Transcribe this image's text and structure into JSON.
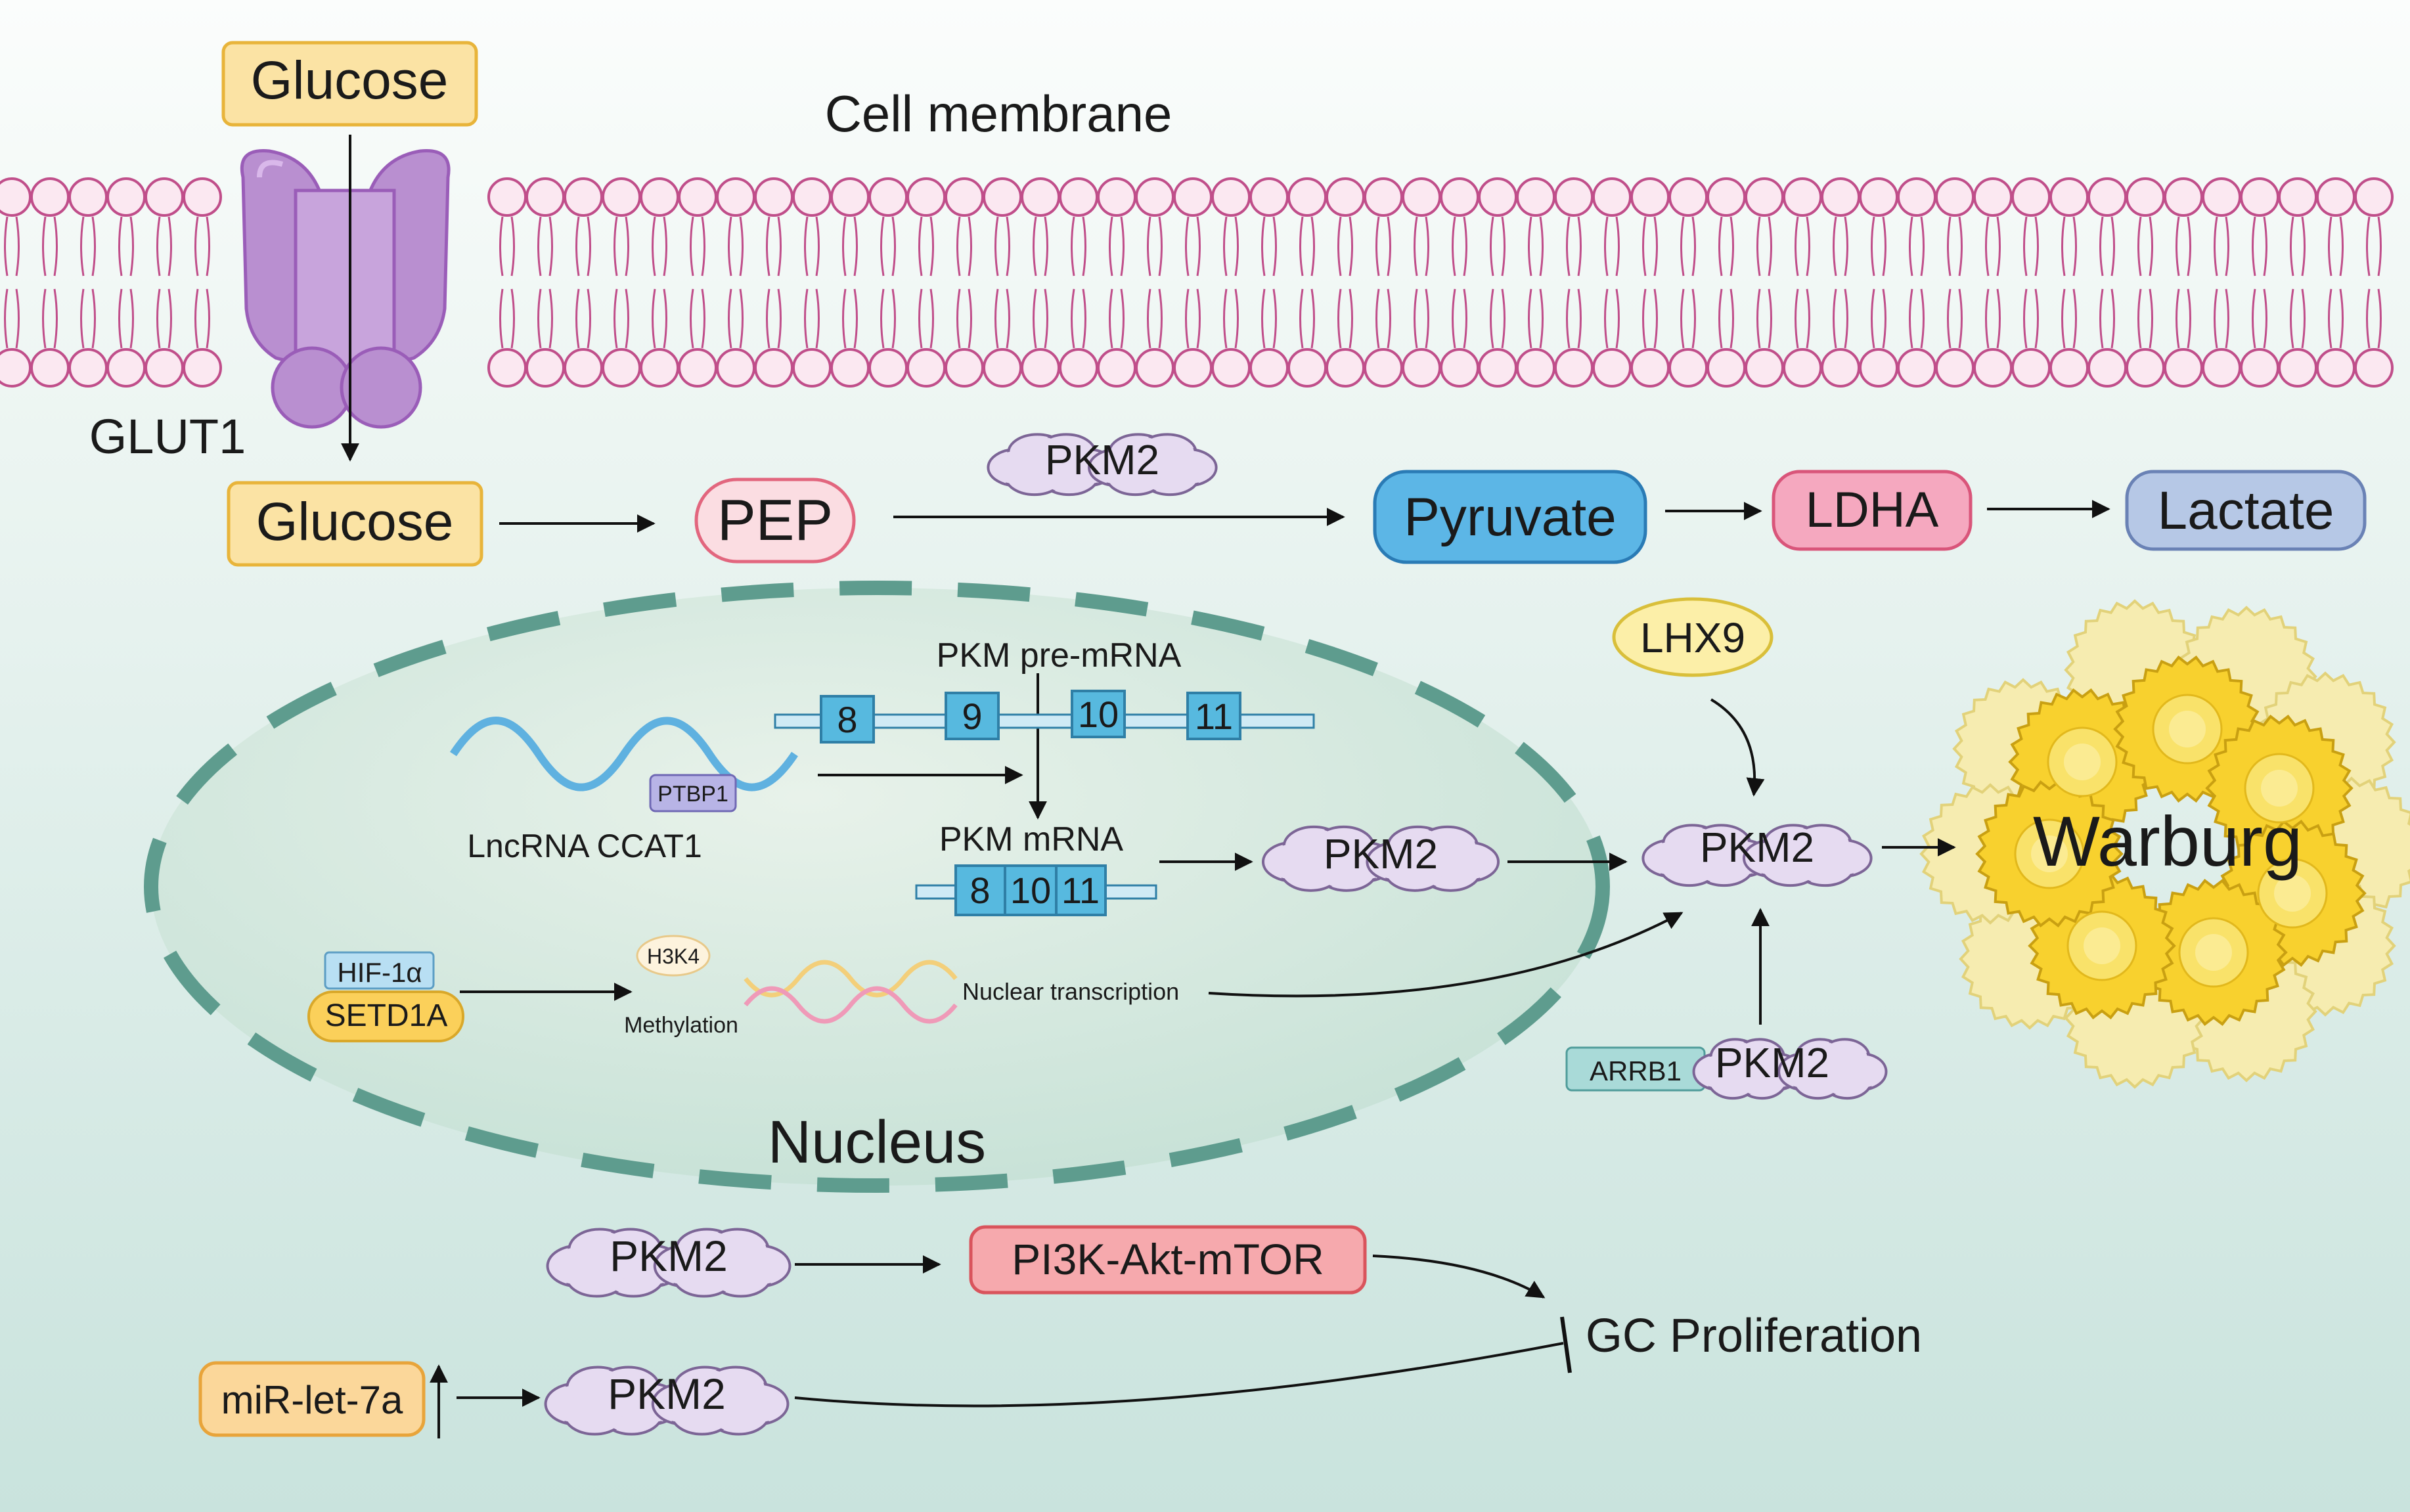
{
  "labels": {
    "glucose_outside": "Glucose",
    "cell_membrane": "Cell membrane",
    "glut1": "GLUT1",
    "glucose_inside": "Glucose",
    "pep": "PEP",
    "pkm2_glycolysis": "PKM2",
    "pyruvate": "Pyruvate",
    "ldha": "LDHA",
    "lactate": "Lactate",
    "lhx9": "LHX9",
    "pkm_pre_mrna": "PKM pre-mRNA",
    "exon_8": "8",
    "exon_9": "9",
    "exon_10": "10",
    "exon_11": "11",
    "ptbp1": "PTBP1",
    "lncrna_ccat1": "LncRNA CCAT1",
    "pkm_mrna": "PKM mRNA",
    "mrna_exon_8": "8",
    "mrna_exon_10": "10",
    "mrna_exon_11": "11",
    "pkm2_nuclear": "PKM2",
    "pkm2_central": "PKM2",
    "warburg": "Warburg",
    "hif1a": "HIF-1α",
    "setd1a": "SETD1A",
    "h3k4": "H3K4",
    "methylation": "Methylation",
    "nuclear_transcription": "Nuclear transcription",
    "arrb1": "ARRB1",
    "pkm2_arrb1": "PKM2",
    "nucleus": "Nucleus",
    "pkm2_pi3k": "PKM2",
    "pi3k_akt_mtor": "PI3K-Akt-mTOR",
    "gc_proliferation": "GC Proliferation",
    "mir_let7a": "miR-let-7a",
    "pkm2_mir": "PKM2"
  },
  "colors": {
    "glucose_fill": "#fbe3a4",
    "glucose_stroke": "#e8b43a",
    "pep_fill": "#fbdde2",
    "pep_stroke": "#e2667e",
    "pyruvate_fill": "#5cb6e6",
    "pyruvate_stroke": "#2a7bb5",
    "ldha_fill": "#f5a8bf",
    "ldha_stroke": "#d9557a",
    "lactate_fill": "#b6c8e6",
    "lactate_stroke": "#6a82b5",
    "lhx9_fill": "#fcefa8",
    "lhx9_stroke": "#d9bf3a",
    "pi3k_fill": "#f6a9ad",
    "pi3k_stroke": "#d9545c",
    "glut1": "#b98fd0",
    "membrane_head": "#fbe8f1",
    "membrane_stroke": "#c04e8a",
    "nucleus_stroke": "#5e9c8e",
    "exon_fill": "#57b9df",
    "warburg_core": "#f8d12e",
    "protein_fill": "#e6dbf1",
    "protein_stroke": "#7c6596"
  }
}
